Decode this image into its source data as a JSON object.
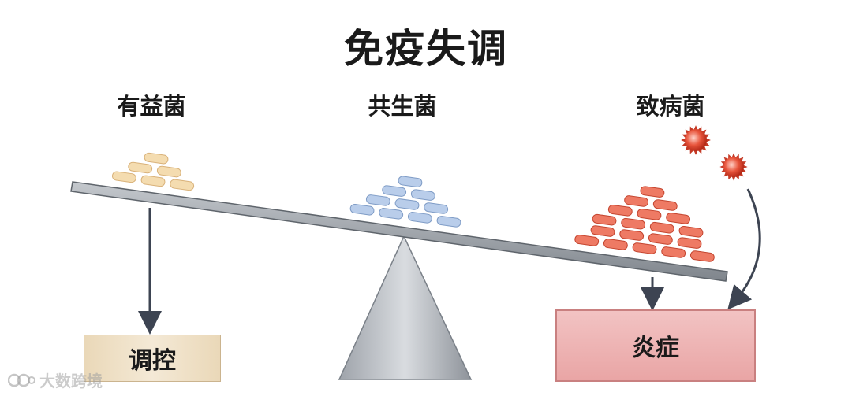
{
  "title": "免疫失调",
  "groups": {
    "beneficial": {
      "label": "有益菌",
      "color": "#f4dcb0",
      "stroke": "#d9b27a"
    },
    "commensal": {
      "label": "共生菌",
      "color": "#b9cdea",
      "stroke": "#7f9cc6"
    },
    "pathogenic": {
      "label": "致病菌",
      "color": "#ee7a64",
      "stroke": "#c4452f"
    }
  },
  "outcomes": {
    "regulation": "调控",
    "inflammation": "炎症"
  },
  "watermark": "大数跨境",
  "icons": [
    "pathogen-spiky-icon",
    "arrow-down-icon",
    "curved-arrow-icon",
    "watermark-logo-icon"
  ]
}
